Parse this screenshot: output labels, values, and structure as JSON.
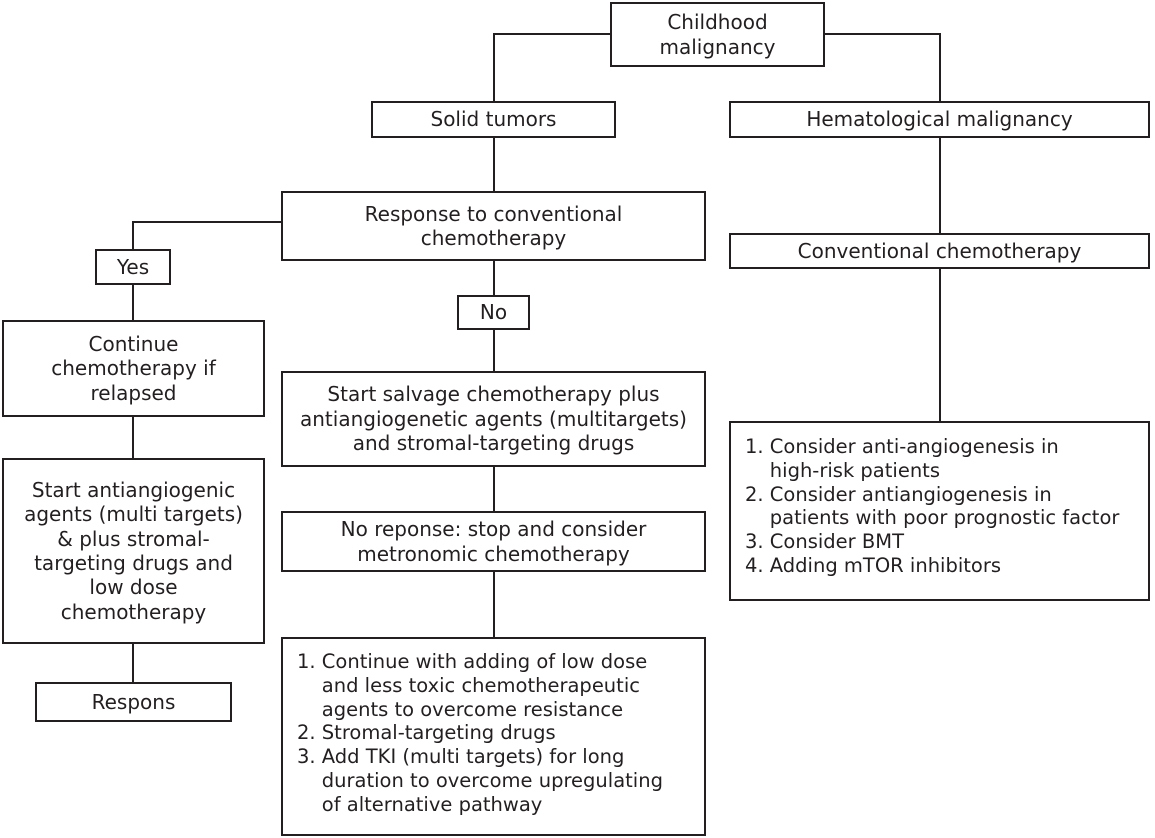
{
  "diagram": {
    "title": "Childhood malignancy treatment algorithm flowchart",
    "stroke_color": "#231f20",
    "background_color": "#ffffff",
    "nodes": {
      "root": "Childhood\nmalignancy",
      "solid_tumors": "Solid tumors",
      "hematological": "Hematological malignancy",
      "response_conventional": "Response to conventional\nchemotherapy",
      "conventional_chemo": "Conventional chemotherapy",
      "yes": "Yes",
      "no": "No",
      "continue_chemo": "Continue\nchemotherapy if\nrelapsed",
      "start_antiangiogenic": "Start antiangiogenic\nagents (multi targets)\n& plus stromal-\ntargeting drugs and\nlow dose\nchemotherapy",
      "respons": "Respons",
      "start_salvage": "Start salvage chemotherapy plus\nantiangiogenetic agents (multitargets)\nand stromal-targeting drugs",
      "no_reponse": "No reponse: stop and consider\nmetronomic chemotherapy",
      "hematological_options": "1. Consider anti-angiogenesis in\n    high-risk patients\n2. Consider antiangiogenesis in\n    patients with poor prognostic factor\n3. Consider BMT\n4. Adding mTOR inhibitors",
      "solid_tumor_options": "1. Continue with adding of low dose\n    and less toxic chemotherapeutic\n    agents to overcome resistance\n2. Stromal-targeting drugs\n3. Add TKI (multi targets) for long\n    duration to overcome upregulating\n    of alternative pathway"
    }
  }
}
